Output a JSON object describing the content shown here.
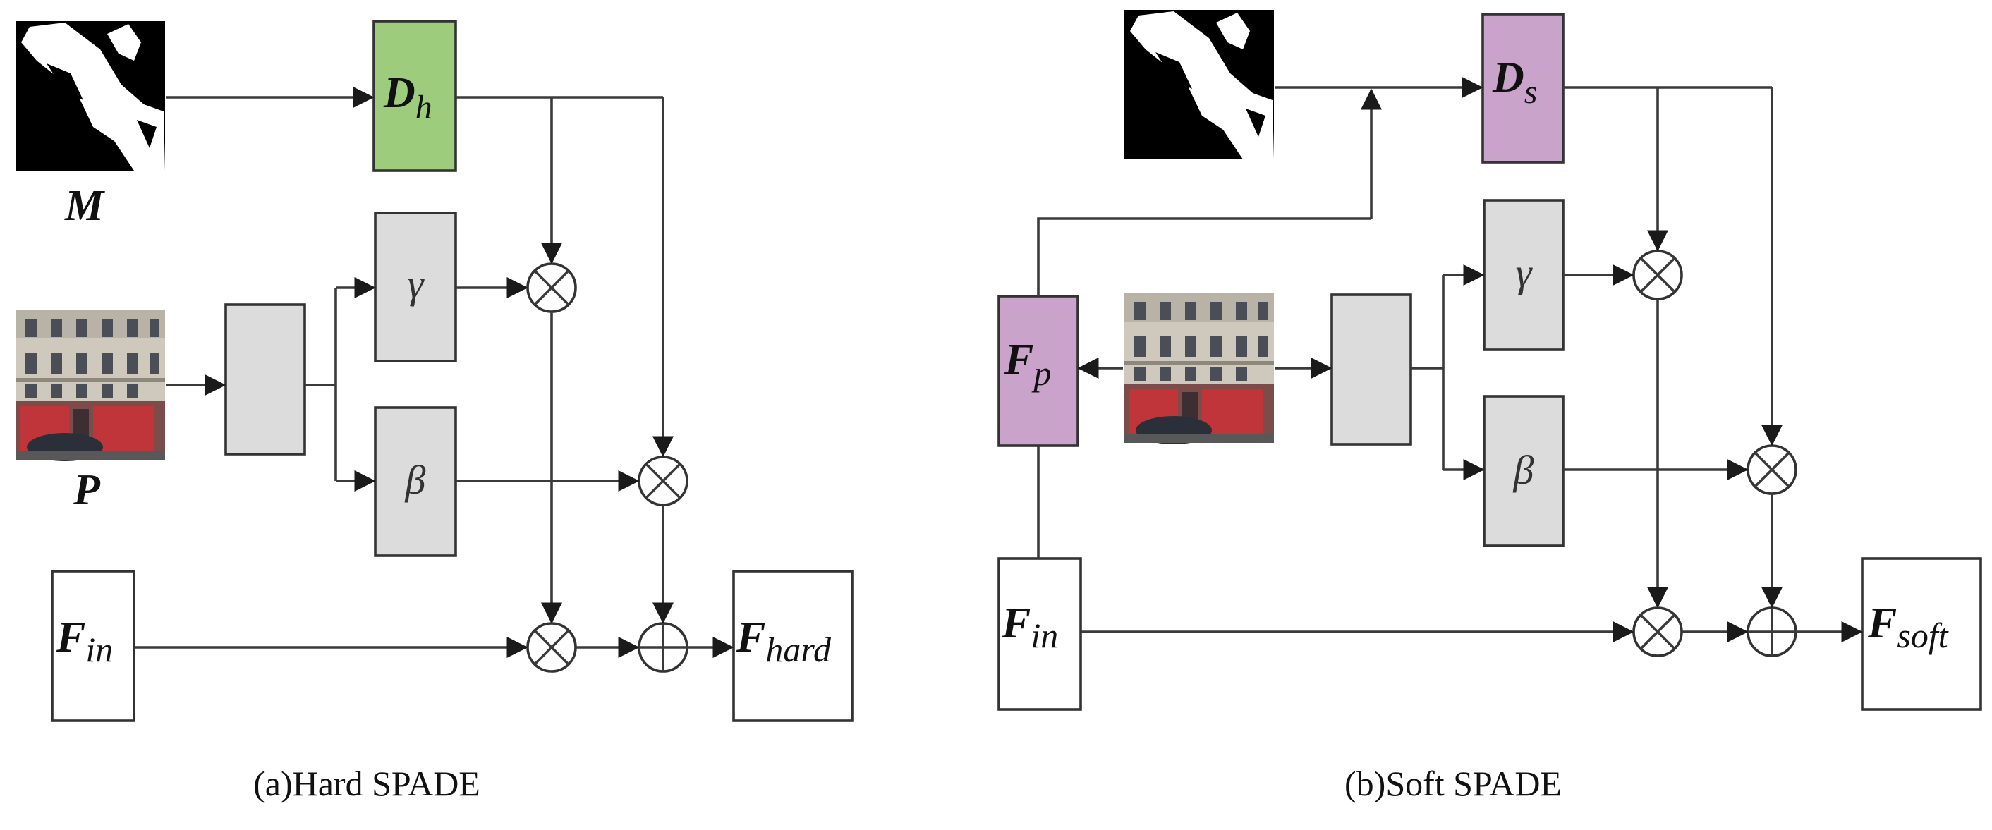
{
  "hard": {
    "caption": "(a)Hard SPADE",
    "mask_label": "M",
    "photo_label": "P",
    "d_main": "D",
    "d_sub": "h",
    "gamma": "γ",
    "beta": "β",
    "fin_main": "F",
    "fin_sub": "in",
    "fout_main": "F",
    "fout_sub": "hard"
  },
  "soft": {
    "caption": "(b)Soft SPADE",
    "d_main": "D",
    "d_sub": "s",
    "fp_main": "F",
    "fp_sub": "p",
    "gamma": "γ",
    "beta": "β",
    "fin_main": "F",
    "fin_sub": "in",
    "fout_main": "F",
    "fout_sub": "soft"
  },
  "colors": {
    "d_hard_fill": "#9ccc7c",
    "d_soft_fill": "#c9a3c9",
    "fp_fill": "#c9a3c9",
    "gray_fill": "#dcdcdc",
    "facade": "#c8c1b4",
    "shop_red": "#c0353a"
  }
}
